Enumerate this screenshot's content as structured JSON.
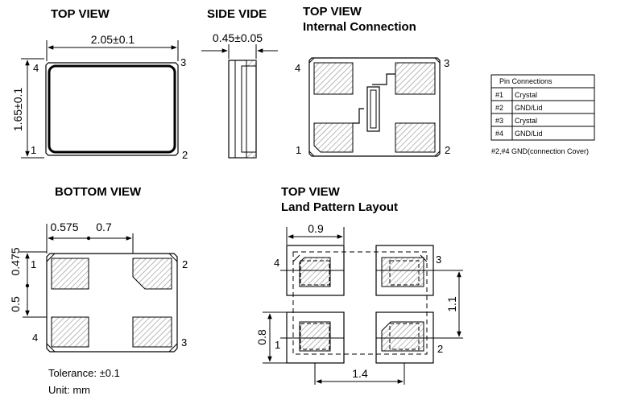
{
  "top_view": {
    "title": "TOP VIEW",
    "width_dim": "2.05±0.1",
    "height_dim": "1.65±0.1",
    "pins": [
      "4",
      "3",
      "1",
      "2"
    ]
  },
  "side_view": {
    "title": "SIDE VIDE",
    "thickness_dim": "0.45±0.05"
  },
  "internal": {
    "title_line1": "TOP VIEW",
    "title_line2": "Internal Connection",
    "pins": [
      "4",
      "3",
      "1",
      "2"
    ]
  },
  "pin_table": {
    "header": "Pin Connections",
    "rows": [
      {
        "pin": "#1",
        "function": "Crystal"
      },
      {
        "pin": "#2",
        "function": "GND/Lid"
      },
      {
        "pin": "#3",
        "function": "Crystal"
      },
      {
        "pin": "#4",
        "function": "GND/Lid"
      }
    ],
    "footnote": "#2,#4 GND(connection Cover)"
  },
  "bottom_view": {
    "title": "BOTTOM VIEW",
    "dims": {
      "offset_x": "0.575",
      "pitch_x": "0.7",
      "offset_y": "0.475",
      "pitch_y": "0.5"
    },
    "pins": [
      "1",
      "2",
      "4",
      "3"
    ],
    "tolerance": "Tolerance: ±0.1",
    "unit": "Unit: mm"
  },
  "land_pattern": {
    "title_line1": "TOP VIEW",
    "title_line2": "Land Pattern Layout",
    "dims": {
      "pad_width": "0.9",
      "pitch_y": "1.1",
      "pad_height": "0.8",
      "pitch_x": "1.4"
    },
    "pins": [
      "4",
      "3",
      "1",
      "2"
    ]
  },
  "colors": {
    "line": "#000000",
    "hatch": "#8c8c8c",
    "background": "#ffffff"
  }
}
